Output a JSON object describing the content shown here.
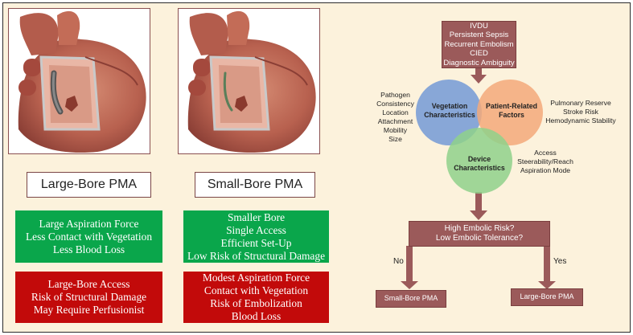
{
  "left": {
    "large_bore_label": "Large-Bore PMA",
    "small_bore_label": "Small-Bore PMA",
    "large_pros": [
      "Large Aspiration Force",
      "Less Contact with Vegetation",
      "Less Blood Loss"
    ],
    "small_pros": [
      "Smaller Bore",
      "Single Access",
      "Efficient Set-Up",
      "Low Risk of Structural Damage"
    ],
    "large_cons": [
      "Large-Bore Access",
      "Risk of Structural Damage",
      "May Require Perfusionist"
    ],
    "small_cons": [
      "Modest Aspiration Force",
      "Contact with Vegetation",
      "Risk of Embolization",
      "Blood Loss"
    ]
  },
  "flow": {
    "indications": [
      "IVDU",
      "Persistent Sepsis",
      "Recurrent Embolism",
      "CIED",
      "Diagnostic Ambiguity"
    ],
    "vegetation_label": [
      "Vegetation",
      "Characteristics"
    ],
    "patient_label": [
      "Patient-Related",
      "Factors"
    ],
    "device_label": [
      "Device",
      "Characteristics"
    ],
    "vegetation_factors": [
      "Pathogen",
      "Consistency",
      "Location",
      "Attachment",
      "Mobility",
      "Size"
    ],
    "patient_factors": [
      "Pulmonary Reserve",
      "Stroke Risk",
      "Hemodynamic Stability"
    ],
    "device_factors": [
      "Access",
      "Steerability/Reach",
      "Aspiration Mode"
    ],
    "decision": [
      "High Embolic Risk?",
      "Low Embolic Tolerance?"
    ],
    "no_label": "No",
    "yes_label": "Yes",
    "small_outcome": "Small-Bore PMA",
    "large_outcome": "Large-Bore PMA"
  },
  "colors": {
    "vegetation_circle": "#7b9fd6",
    "patient_circle": "#f3a97a",
    "device_circle": "#8fd18b",
    "flow_box": "#9b5a5a",
    "pro_green": "#0aa64b",
    "con_red": "#c20a0a"
  }
}
